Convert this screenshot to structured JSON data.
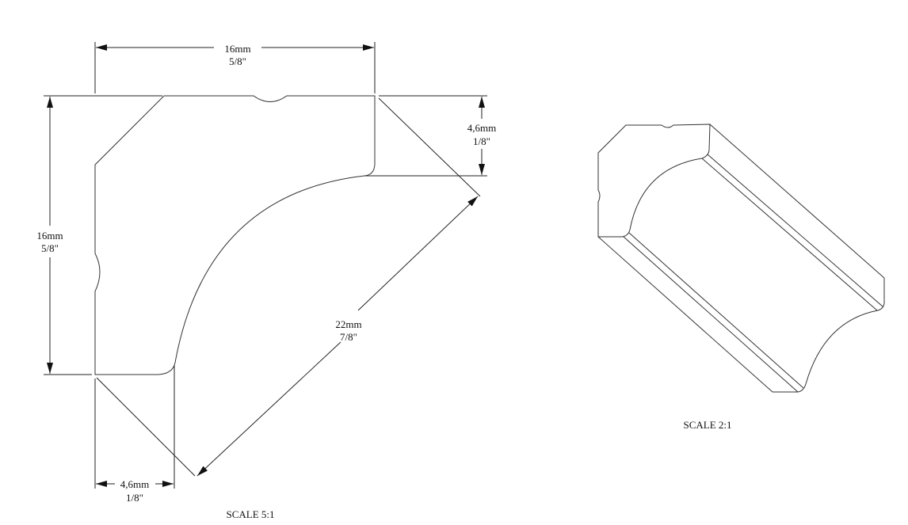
{
  "section_view": {
    "width_dim": {
      "metric": "16mm",
      "imperial": "5/8\""
    },
    "height_dim": {
      "metric": "16mm",
      "imperial": "5/8\""
    },
    "right_offset_dim": {
      "metric": "4,6mm",
      "imperial": "1/8\""
    },
    "bottom_offset_dim": {
      "metric": "4,6mm",
      "imperial": "1/8\""
    },
    "diagonal_dim": {
      "metric": "22mm",
      "imperial": "7/8\""
    },
    "scale_label": "SCALE  5:1"
  },
  "iso_view": {
    "scale_label": "SCALE  2:1"
  },
  "colors": {
    "line": "#222222",
    "background": "#ffffff"
  }
}
